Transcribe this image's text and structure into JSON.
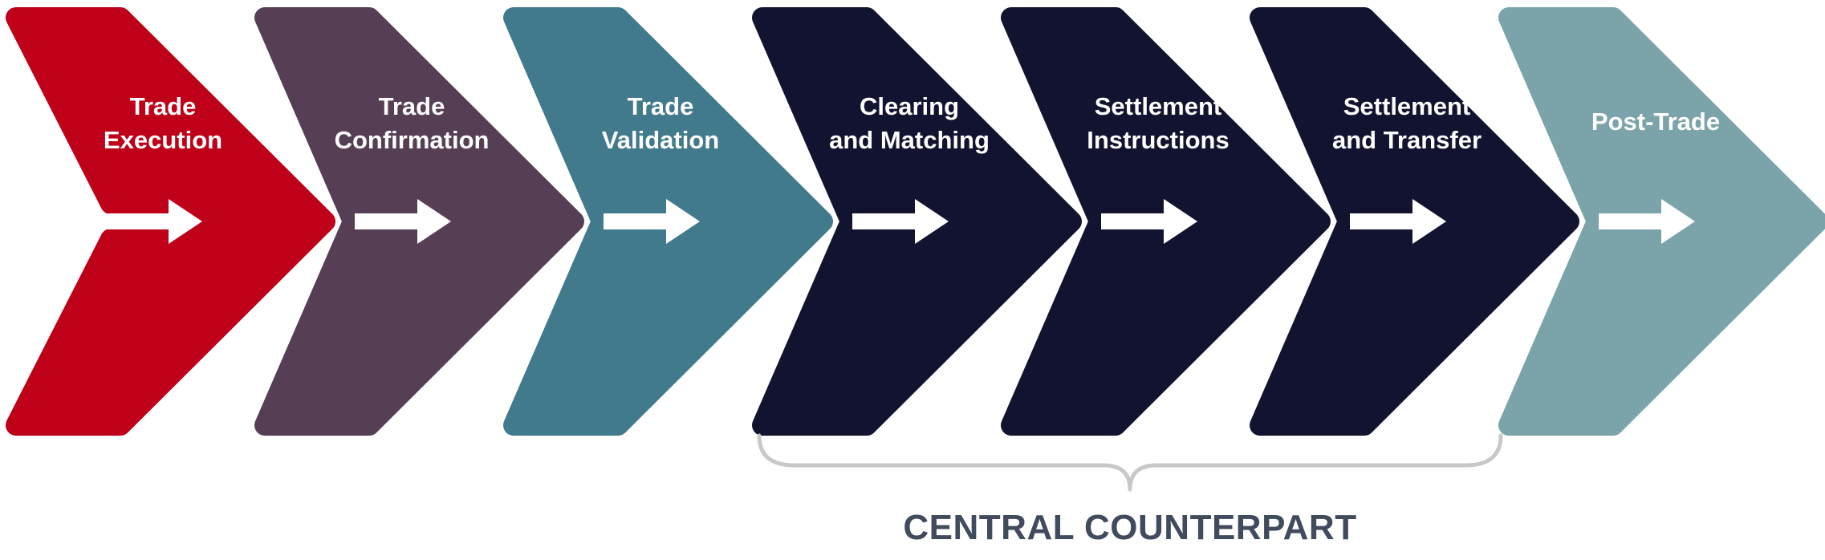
{
  "title": "",
  "steps": [
    {
      "lines": [
        "Trade",
        "Execution"
      ],
      "color": "#BE0018",
      "shape": "open-chevron"
    },
    {
      "lines": [
        "Trade",
        "Confirmation"
      ],
      "color": "#563F55",
      "shape": "notched-chevron"
    },
    {
      "lines": [
        "Trade",
        "Validation"
      ],
      "color": "#417A8C",
      "shape": "notched-chevron"
    },
    {
      "lines": [
        "Clearing",
        "and Matching"
      ],
      "color": "#121331",
      "shape": "notched-chevron"
    },
    {
      "lines": [
        "Settlement",
        "Instructions"
      ],
      "color": "#121331",
      "shape": "notched-chevron"
    },
    {
      "lines": [
        "Settlement",
        "and Transfer"
      ],
      "color": "#121331",
      "shape": "notched-chevron"
    },
    {
      "lines": [
        "Post-Trade"
      ],
      "color": "#7AA3AA",
      "shape": "notched-chevron"
    }
  ],
  "arrow_icon": "right-arrow-icon",
  "arrow_color": "#FFFFFF",
  "bracket": {
    "label": "CENTRAL COUNTERPART",
    "spans_steps": [
      4,
      6
    ],
    "color": "#C8C8C8",
    "label_color": "#404B5E"
  }
}
